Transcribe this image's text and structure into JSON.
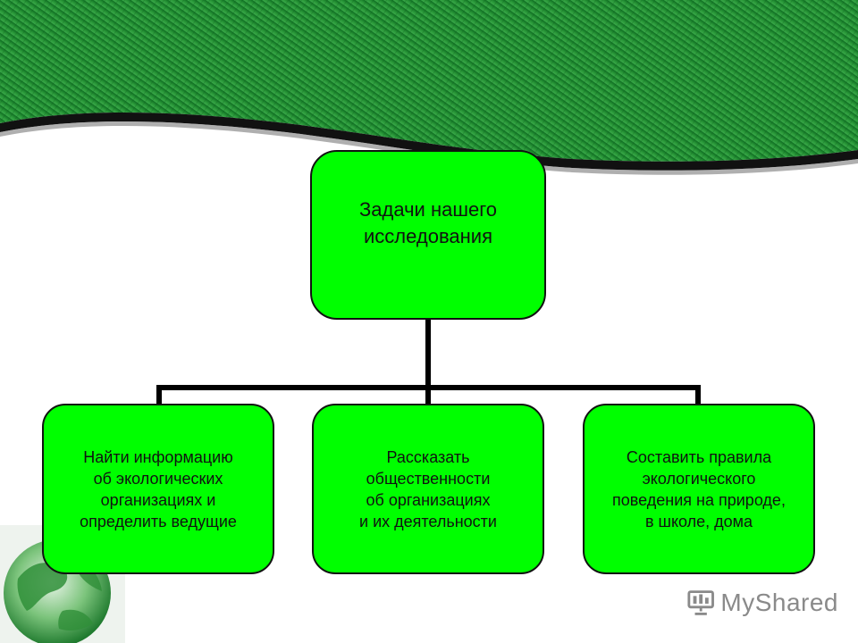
{
  "diagram": {
    "root": {
      "label": "Задачи нашего\nисследования"
    },
    "children": [
      {
        "label": "Найти информацию\nоб экологических\nорганизациях и\nопределить ведущие"
      },
      {
        "label": "Рассказать\nобщественности\nоб организациях\nи их деятельности"
      },
      {
        "label": "Составить правила\nэкологического\nповедения на природе,\nв школе, дома"
      }
    ]
  },
  "colors": {
    "box_fill": "#00ff00",
    "header_green": "#1f8a2e",
    "connector": "#000000"
  },
  "watermark": {
    "text": "MyShared"
  }
}
